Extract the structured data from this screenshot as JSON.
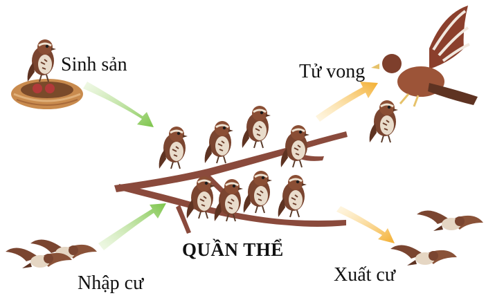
{
  "labels": {
    "birth": "Sinh sản",
    "death": "Tử vong",
    "immigration": "Nhập cư",
    "emigration": "Xuất cư",
    "population": "QUẦN THỂ"
  },
  "colors": {
    "arrow_in": "#8fce5a",
    "arrow_out": "#f5b63a",
    "branch": "#8a4a3c",
    "sparrow_body": "#6b3d2a",
    "hawk_wing": "#b8563a"
  }
}
